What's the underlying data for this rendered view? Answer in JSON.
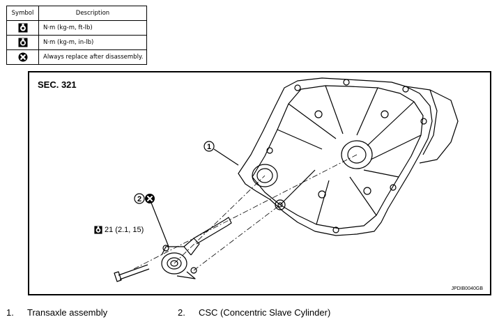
{
  "legend": {
    "header_symbol": "Symbol",
    "header_description": "Description",
    "rows": [
      {
        "icon": "torque-wrench-icon",
        "description": "N·m (kg-m, ft-lb)"
      },
      {
        "icon": "torque-wrench-inlb-icon",
        "description": "N·m (kg-m, in-lb)"
      },
      {
        "icon": "always-replace-icon",
        "description": "Always replace after disassembly."
      }
    ]
  },
  "figure": {
    "section": "SEC. 321",
    "image_code": "JPDIB0040GB",
    "callouts": [
      "1",
      "2"
    ],
    "torque_value": "21 (2.1, 15)"
  },
  "captions": [
    {
      "number": "1.",
      "text": "Transaxle assembly"
    },
    {
      "number": "2.",
      "text": "CSC (Concentric Slave Cylinder)"
    }
  ]
}
